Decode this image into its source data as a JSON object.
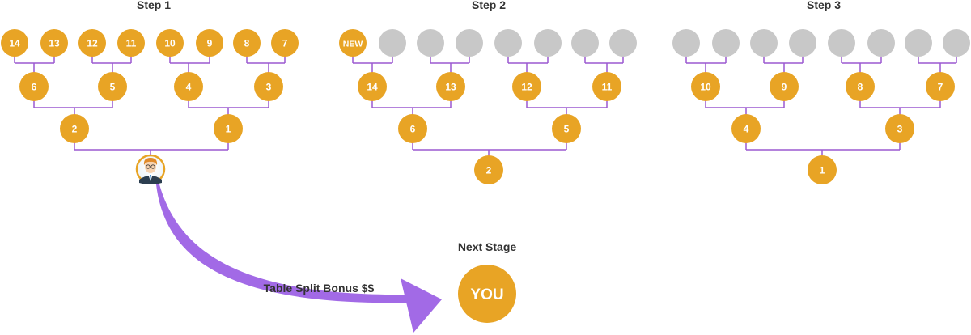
{
  "colors": {
    "node_active": "#E8A425",
    "node_empty": "#C8C8C8",
    "connector": "#9B59D0",
    "arrow": "#A26AE6",
    "text_dark": "#333333"
  },
  "steps": [
    {
      "title": "Step 1",
      "top_row": [
        "14",
        "13",
        "12",
        "11",
        "10",
        "9",
        "8",
        "7"
      ],
      "level2": [
        "6",
        "5",
        "4",
        "3"
      ],
      "level3": [
        "2",
        "1"
      ],
      "root": {
        "type": "avatar",
        "icon": "user-avatar-icon"
      }
    },
    {
      "title": "Step 2",
      "top_row": [
        "NEW",
        "",
        "",
        "",
        "",
        "",
        "",
        ""
      ],
      "level2": [
        "14",
        "13",
        "12",
        "11"
      ],
      "level3": [
        "6",
        "5"
      ],
      "root": {
        "type": "node",
        "label": "2"
      }
    },
    {
      "title": "Step 3",
      "top_row": [
        "",
        "",
        "",
        "",
        "",
        "",
        "",
        ""
      ],
      "level2": [
        "10",
        "9",
        "8",
        "7"
      ],
      "level3": [
        "4",
        "3"
      ],
      "root": {
        "type": "node",
        "label": "1"
      }
    }
  ],
  "next_stage": {
    "title": "Next Stage",
    "label": "YOU"
  },
  "arrow_caption": "Table Split Bonus $$"
}
